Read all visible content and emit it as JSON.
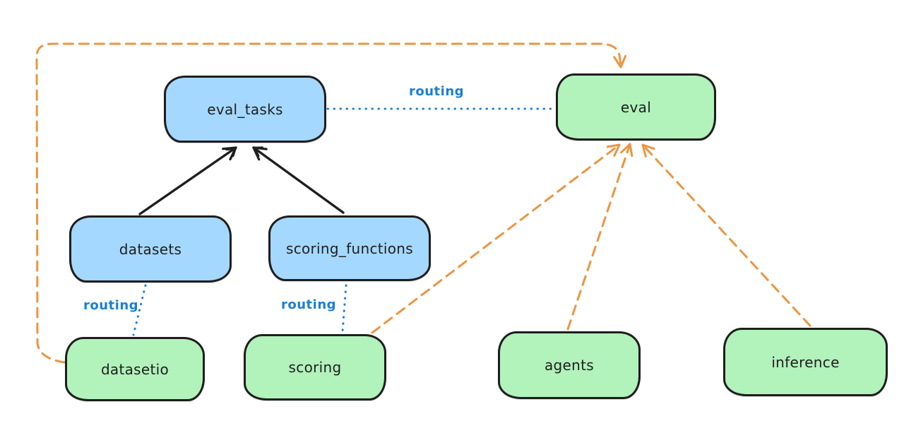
{
  "diagram": {
    "nodes": [
      {
        "id": "eval_tasks",
        "label": "eval_tasks",
        "color": "blue"
      },
      {
        "id": "eval",
        "label": "eval",
        "color": "green"
      },
      {
        "id": "datasets",
        "label": "datasets",
        "color": "blue"
      },
      {
        "id": "scoring_functions",
        "label": "scoring_functions",
        "color": "blue"
      },
      {
        "id": "datasetio",
        "label": "datasetio",
        "color": "green"
      },
      {
        "id": "scoring",
        "label": "scoring",
        "color": "green"
      },
      {
        "id": "agents",
        "label": "agents",
        "color": "green"
      },
      {
        "id": "inference",
        "label": "inference",
        "color": "green"
      }
    ],
    "edges": [
      {
        "from": "datasets",
        "to": "eval_tasks",
        "type": "solid-arrow",
        "color": "black"
      },
      {
        "from": "scoring_functions",
        "to": "eval_tasks",
        "type": "solid-arrow",
        "color": "black"
      },
      {
        "from": "eval_tasks",
        "to": "eval",
        "type": "dotted-line",
        "color": "blue",
        "label": "routing"
      },
      {
        "from": "datasets",
        "to": "datasetio",
        "type": "dotted-line",
        "color": "blue",
        "label": "routing"
      },
      {
        "from": "scoring_functions",
        "to": "scoring",
        "type": "dotted-line",
        "color": "blue",
        "label": "routing"
      },
      {
        "from": "datasetio",
        "to": "eval",
        "type": "dashed-arrow",
        "color": "orange"
      },
      {
        "from": "scoring",
        "to": "eval",
        "type": "dashed-arrow",
        "color": "orange"
      },
      {
        "from": "agents",
        "to": "eval",
        "type": "dashed-arrow",
        "color": "orange"
      },
      {
        "from": "inference",
        "to": "eval",
        "type": "dashed-arrow",
        "color": "orange"
      }
    ],
    "colors": {
      "blue_fill": "#a5d8ff",
      "green_fill": "#b2f2bb",
      "node_stroke": "#1e1e1e",
      "routing_blue": "#1c7ed6",
      "orange_edge": "#ec9540",
      "background": "#ffffff"
    }
  }
}
